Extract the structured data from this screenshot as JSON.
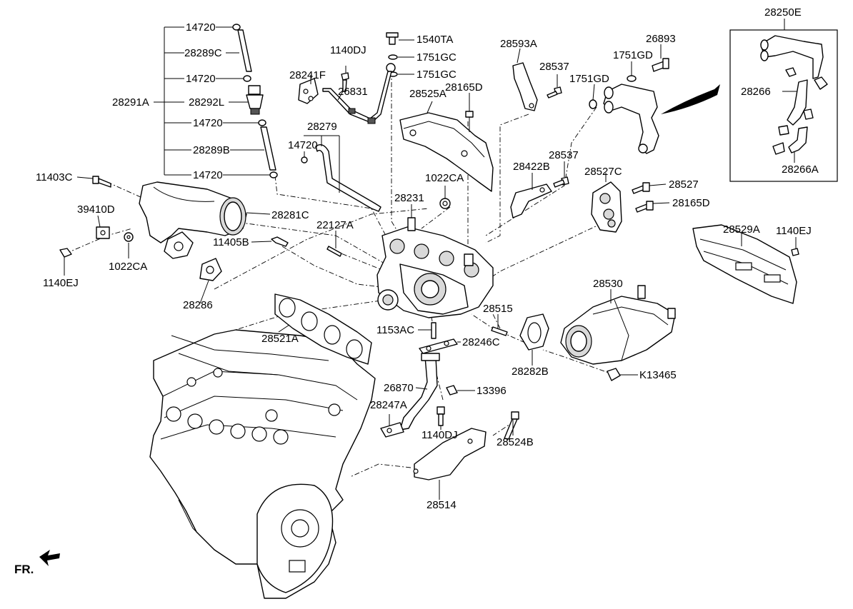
{
  "labels": {
    "p14720_a": "14720",
    "p28289C": "28289C",
    "p14720_b": "14720",
    "p28292L": "28292L",
    "p28291A": "28291A",
    "p14720_c": "14720",
    "p28289B": "28289B",
    "p14720_d": "14720",
    "p11403C": "11403C",
    "p39410D": "39410D",
    "p1022CA_a": "1022CA",
    "p1140EJ_a": "1140EJ",
    "p28281C": "28281C",
    "p28286": "28286",
    "p11405B": "11405B",
    "p22127A": "22127A",
    "p28521A": "28521A",
    "p1540TA": "1540TA",
    "p1751GC_a": "1751GC",
    "p1751GC_b": "1751GC",
    "p1140DJ_a": "1140DJ",
    "p28241F": "28241F",
    "p26831": "26831",
    "p28279": "28279",
    "p14720_e": "14720",
    "p28525A": "28525A",
    "p28165D_a": "28165D",
    "p1022CA_b": "1022CA",
    "p28231": "28231",
    "p28593A": "28593A",
    "p28537_a": "28537",
    "p28537_b": "28537",
    "p28422B": "28422B",
    "p1751GD_a": "1751GD",
    "p1751GD_b": "1751GD",
    "p26893": "26893",
    "p28527C": "28527C",
    "p28527": "28527",
    "p28165D_b": "28165D",
    "p28250E": "28250E",
    "p28266": "28266",
    "p28266A": "28266A",
    "p28529A": "28529A",
    "p1140EJ_b": "1140EJ",
    "p28530": "28530",
    "p28515": "28515",
    "p1153AC": "1153AC",
    "p28246C": "28246C",
    "p28282B": "28282B",
    "pK13465": "K13465",
    "p26870": "26870",
    "p13396": "13396",
    "p28247A": "28247A",
    "p1140DJ_b": "1140DJ",
    "p28524B": "28524B",
    "p28514": "28514",
    "fr": "FR."
  },
  "icons": [
    "front-direction-arrow-icon"
  ]
}
